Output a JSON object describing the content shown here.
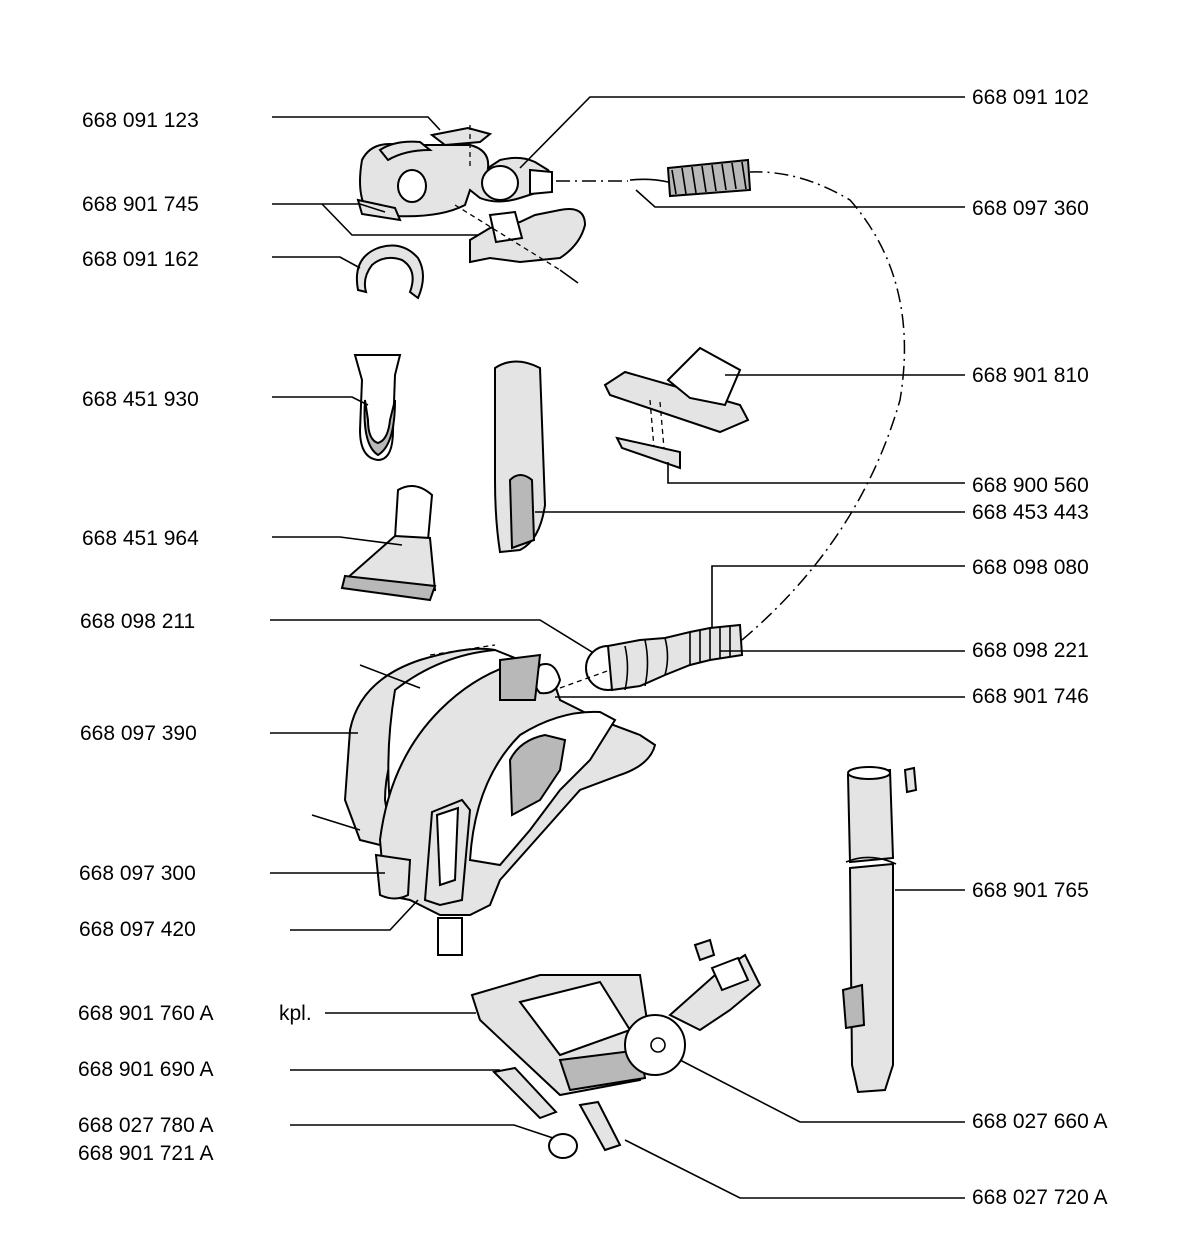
{
  "labels_left": [
    {
      "id": "l1",
      "text": "668 091 123"
    },
    {
      "id": "l2",
      "text": "668 901 745"
    },
    {
      "id": "l3",
      "text": "668 091 162"
    },
    {
      "id": "l4",
      "text": "668 451 930"
    },
    {
      "id": "l5",
      "text": "668 451 964"
    },
    {
      "id": "l6",
      "text": "668 098 211"
    },
    {
      "id": "l7",
      "text": "668 097 390"
    },
    {
      "id": "l8",
      "text": "668 097 300"
    },
    {
      "id": "l9",
      "text": "668 097 420"
    },
    {
      "id": "l10",
      "text": "668 901 760 A"
    },
    {
      "id": "l11",
      "text": "668 901 690 A"
    },
    {
      "id": "l12",
      "text": "668 027 780 A"
    },
    {
      "id": "l13",
      "text": "668 901 721 A"
    }
  ],
  "kpl_note": "kpl.",
  "labels_right": [
    {
      "id": "r1",
      "text": "668 091 102"
    },
    {
      "id": "r2",
      "text": "668 097 360"
    },
    {
      "id": "r3",
      "text": "668 901 810"
    },
    {
      "id": "r4",
      "text": "668 900 560"
    },
    {
      "id": "r5",
      "text": "668 453 443"
    },
    {
      "id": "r6",
      "text": "668 098 080"
    },
    {
      "id": "r7",
      "text": "668 098 221"
    },
    {
      "id": "r8",
      "text": "668 901 746"
    },
    {
      "id": "r9",
      "text": "668 901 765"
    },
    {
      "id": "r10",
      "text": "668 027 660 A"
    },
    {
      "id": "r11",
      "text": "668 027 720 A"
    }
  ]
}
